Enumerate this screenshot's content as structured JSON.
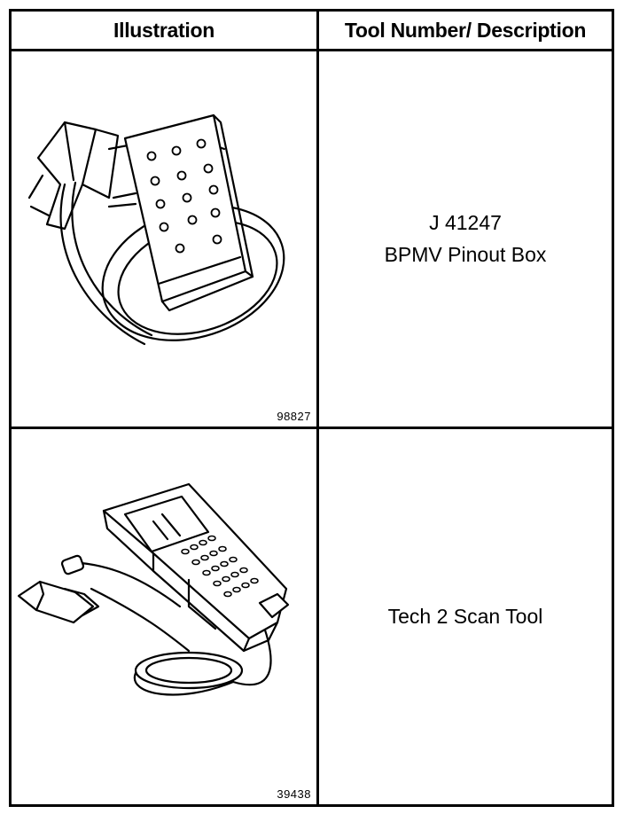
{
  "table": {
    "header": {
      "illustration": "Illustration",
      "tool_description": "Tool Number/ Description"
    },
    "rows": [
      {
        "figure_number": "98827",
        "tool_number": "J 41247",
        "description": "BPMV Pinout Box",
        "icon": "pinout-box-illustration"
      },
      {
        "figure_number": "39438",
        "tool_number": "",
        "description": "Tech 2 Scan Tool",
        "icon": "scan-tool-illustration"
      }
    ]
  }
}
